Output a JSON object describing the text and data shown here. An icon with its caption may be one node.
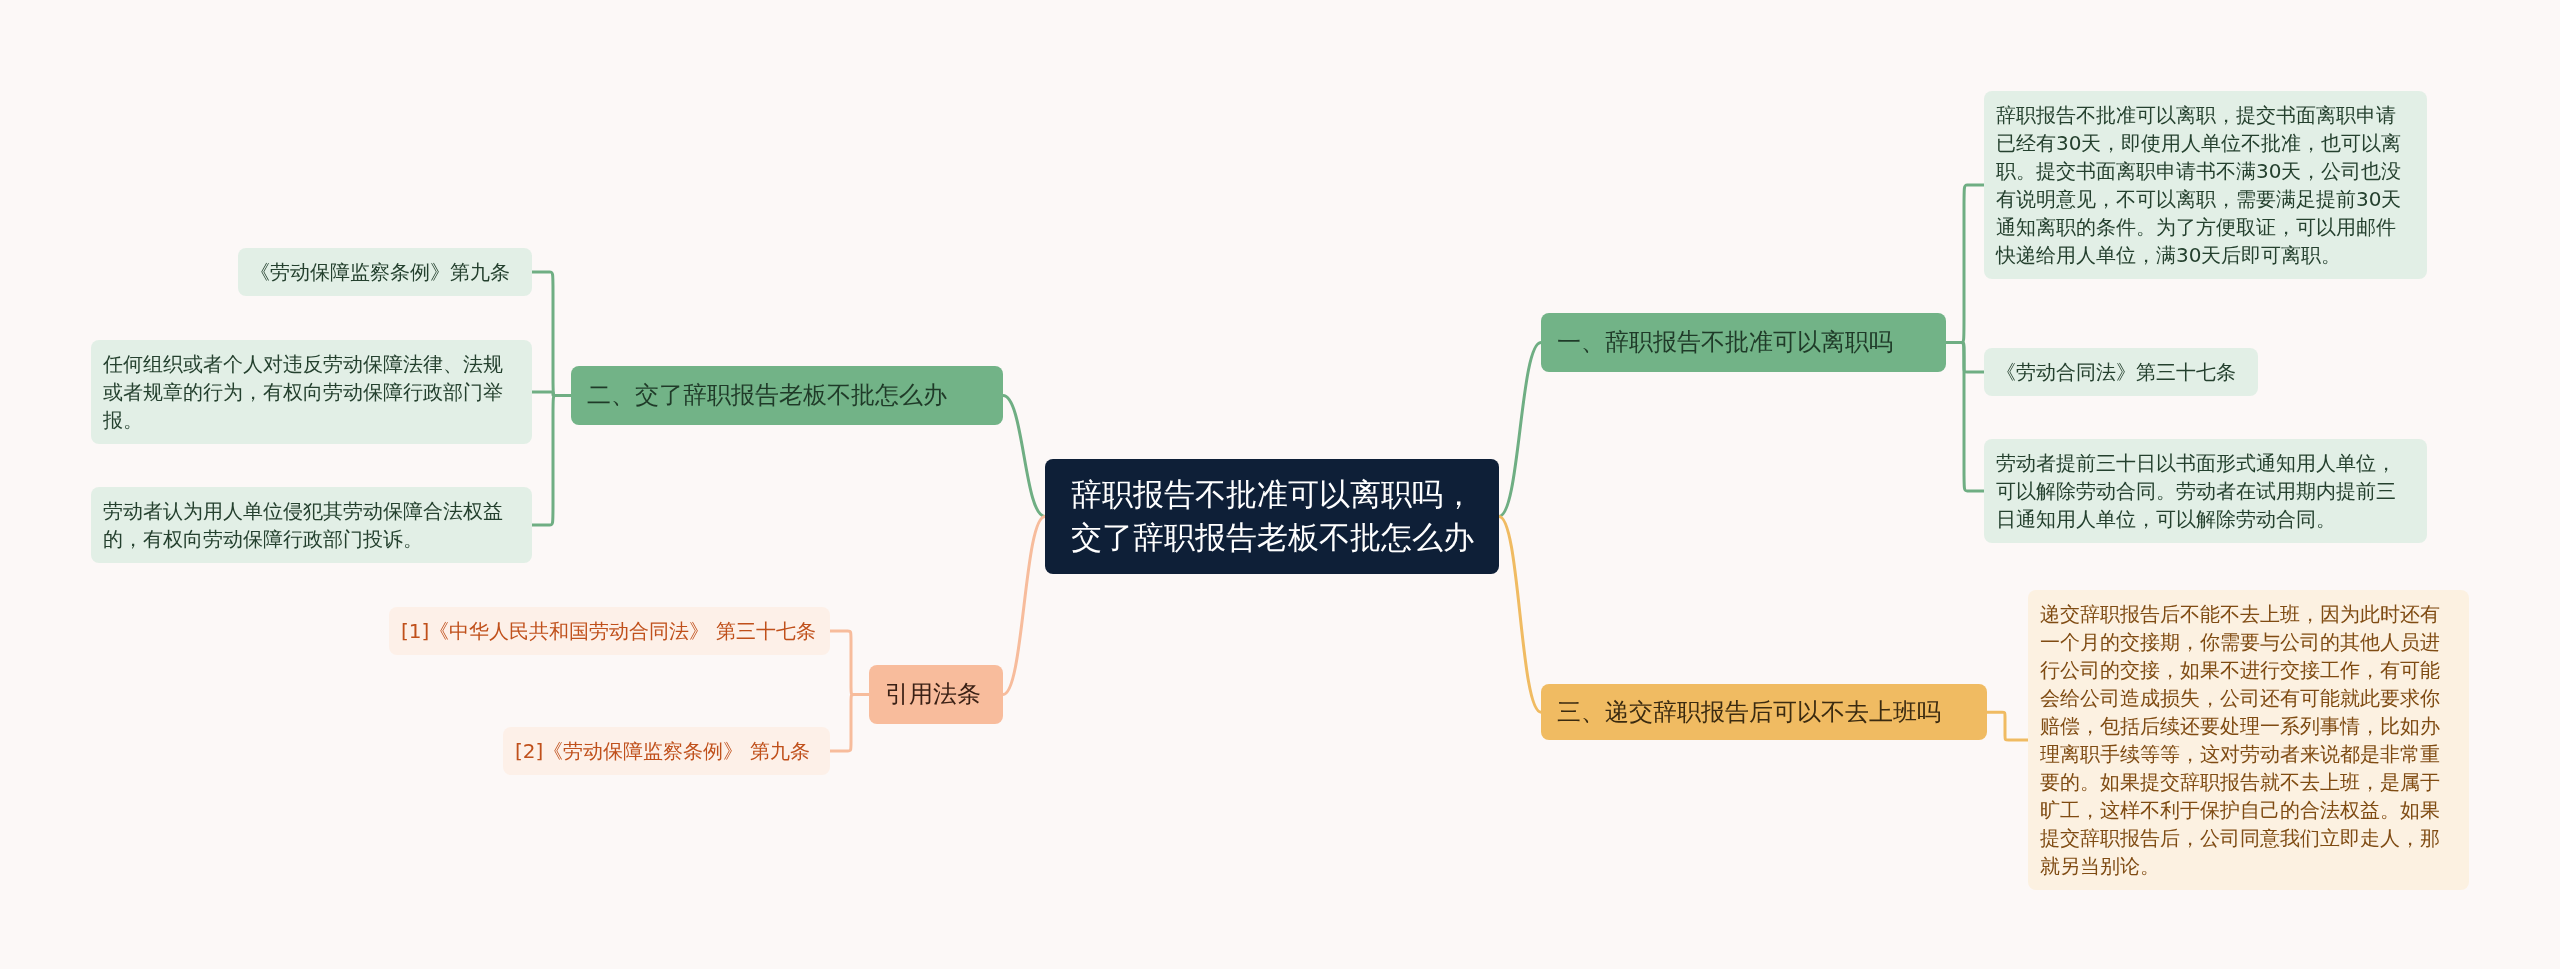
{
  "diagram": {
    "nodes": [
      {
        "text": [
          "辞职报告不批准可以离职吗，交了辞职报告老板不批怎么办"
        ]
      },
      {
        "text": [
          "二、交了辞职报告老板不批怎么办"
        ]
      },
      {
        "text": [
          "《劳动保障监察条例》第九条"
        ]
      },
      {
        "text": [
          "任何组织或者个人对违反劳动保障法律、法规或者规章的行为，有权向劳动保障行政部门举报。"
        ]
      },
      {
        "text": [
          "劳动者认为用人单位侵犯其劳动保障合法权益的，有权向劳动保障行政部门投诉。"
        ]
      },
      {
        "text": [
          "引用法条"
        ]
      },
      {
        "text": [
          "[1]《中华人民共和国劳动合同法》 第三十七条"
        ]
      },
      {
        "text": [
          "[2]《劳动保障监察条例》 第九条"
        ]
      },
      {
        "text": [
          "一、辞职报告不批准可以离职吗"
        ]
      },
      {
        "text": [
          "辞职报告不批准可以离职，提交书面离职申请已经有30天，即使用人单位不批准，也可以离职。提交书面离职申请书不满30天，公司也没有说明意见，不可以离职，需要满足提前30天通知离职的条件。为了方便取证，可以用邮件快递给用人单位，满30天后即可离职。"
        ]
      },
      {
        "text": [
          "《劳动合同法》第三十七条"
        ]
      },
      {
        "text": [
          "劳动者提前三十日以书面形式通知用人单位，可以解除劳动合同。劳动者在试用期内提前三日通知用人单位，可以解除劳动合同。"
        ]
      },
      {
        "text": [
          "三、递交辞职报告后可以不去上班吗"
        ]
      },
      {
        "text": [
          "递交辞职报告后不能不去上班，因为此时还有一个月的交接期，你需要与公司的其他人员进行公司的交接，如果不进行交接工作，有可能会给公司造成损失，公司还有可能就此要求你赔偿，包括后续还要处理一系列事情，比如办理离职手续等等，这对劳动者来说都是非常重要的。如果提交辞职报告就不去上班，是属于旷工，这样不利于保护自己的合法权益。如果提交辞职报告后，公司同意我们立即走人，那就另当别论。"
        ]
      }
    ],
    "edges": [
      {
        "from": 0,
        "to": 1,
        "arrow": "none"
      },
      {
        "from": 1,
        "to": 2,
        "arrow": "none"
      },
      {
        "from": 1,
        "to": 3,
        "arrow": "none"
      },
      {
        "from": 1,
        "to": 4,
        "arrow": "none"
      },
      {
        "from": 0,
        "to": 5,
        "arrow": "none",
        "color": "#f7bc9c"
      },
      {
        "from": 5,
        "to": 6,
        "arrow": "none",
        "color": "#f7bc9c"
      },
      {
        "from": 5,
        "to": 7,
        "arrow": "none",
        "color": "#f7bc9c"
      },
      {
        "from": 0,
        "to": 8,
        "arrow": "none"
      },
      {
        "from": 8,
        "to": 9,
        "arrow": "none"
      },
      {
        "from": 8,
        "to": 10,
        "arrow": "none"
      },
      {
        "from": 8,
        "to": 11,
        "arrow": "none"
      },
      {
        "from": 0,
        "to": 12,
        "arrow": "none",
        "color": "#f0bb62"
      },
      {
        "from": 12,
        "to": 13,
        "arrow": "none",
        "color": "#f0bb62"
      }
    ]
  }
}
